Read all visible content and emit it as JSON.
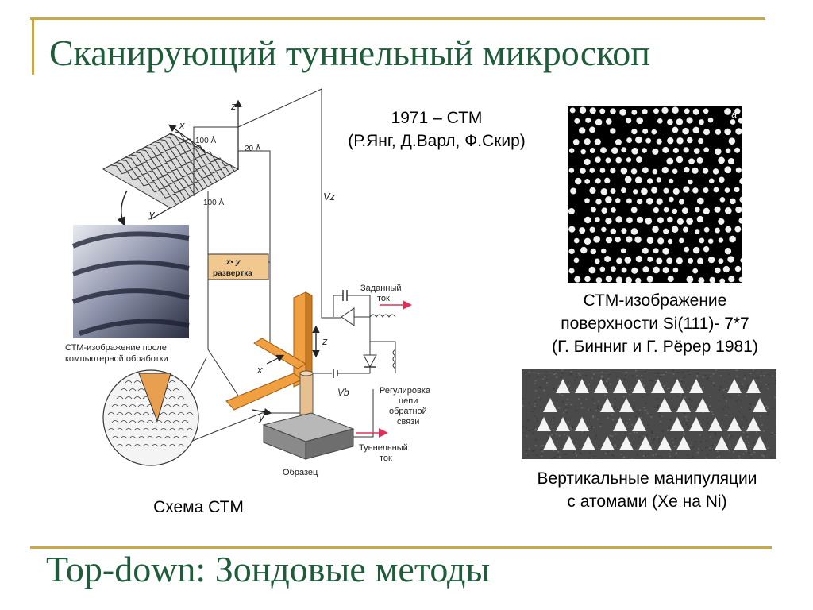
{
  "title": "Сканирующий туннельный микроскоп",
  "footer_title": "Top-down: Зондовые методы",
  "stm_history": {
    "line1": "1971 – СТМ",
    "line2": "(Р.Янг, Д.Варл, Ф.Скир)"
  },
  "si_image": {
    "corner_label": "a",
    "caption_line1": "СТМ-изображение",
    "caption_line2": "поверхности Si(111)- 7*7",
    "caption_line3": "(Г. Бинниг и Г. Рёрер 1981)"
  },
  "xe_image": {
    "caption_line1": "Вертикальные манипуляции",
    "caption_line2": "с атомами (Xe на Ni)"
  },
  "diagram": {
    "caption": "Схема СТМ",
    "axis_z": "z",
    "axis_x": "x",
    "axis_y": "y",
    "dim_100a_top": "100 Å",
    "dim_20a": "20 Å",
    "dim_100a_side": "100 Å",
    "vz": "Vz",
    "scan_box_line1": "x• y",
    "scan_box_line2": "развертка",
    "set_current_line1": "Заданный",
    "set_current_line2": "ток",
    "z_arrow": "z",
    "x_arrow": "x",
    "y_arrow": "y",
    "vb": "Vb",
    "feedback_line1": "Регулировка",
    "feedback_line2": "цепи",
    "feedback_line3": "обратной",
    "feedback_line4": "связи",
    "tunnel_current_line1": "Туннельный",
    "tunnel_current_line2": "ток",
    "sample": "Образец",
    "processed_image_line1": "СТМ-изображение после",
    "processed_image_line2": "компьютерной обработки"
  },
  "colors": {
    "title": "#1f5c3a",
    "rule": "#c8a84a",
    "scanner_orange": "#e8922a",
    "arrow_pink": "#e0305a"
  }
}
